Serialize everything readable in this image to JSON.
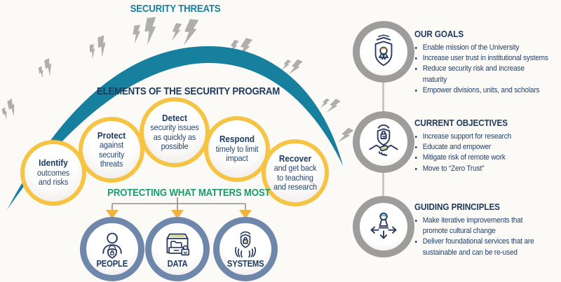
{
  "palette": {
    "teal": "#17809e",
    "navy": "#1d3a60",
    "green": "#189c70",
    "circle_border_yellow": "#f6c445",
    "asset_border_slate": "#6e87ab",
    "goal_ring_gray": "#9e9d9b",
    "lightning_gray": "#aeaeac",
    "icon_accent_olive": "#d9dc98",
    "background": "#fcfaf6"
  },
  "icons": {
    "threats": "lightning-bolt-icon",
    "umbrella": "security-arc-shape",
    "goals": "shield-award-icon",
    "objectives": "shield-handshake-icon",
    "principles": "strategy-pawn-arrows-icon",
    "people": "person-lock-badge-icon",
    "data": "file-cabinet-lock-icon",
    "systems": "hands-holding-shield-icon",
    "flow_arrow": "down-arrow-icon"
  },
  "diagram": {
    "security_threats_title": "SECURITY THREATS",
    "program_title": "ELEMENTS OF THE SECURITY PROGRAM",
    "protecting_title": "PROTECTING WHAT MATTERS MOST",
    "elements": [
      {
        "name": "Identify",
        "desc": "outcomes and risks"
      },
      {
        "name": "Protect",
        "desc": "against security threats"
      },
      {
        "name": "Detect",
        "desc": "security issues as quickly as possible"
      },
      {
        "name": "Respond",
        "desc": "timely to limit impact"
      },
      {
        "name": "Recover",
        "desc": "and get back to teaching and research"
      }
    ],
    "assets": [
      {
        "label": "PEOPLE"
      },
      {
        "label": "DATA"
      },
      {
        "label": "SYSTEMS"
      }
    ]
  },
  "sidebar": {
    "sections": [
      {
        "title": "OUR GOALS",
        "bullets": [
          "Enable mission of the University",
          "Increase user trust in institutional systems",
          "Reduce security risk and increase maturity",
          "Empower divisions, units, and scholars"
        ]
      },
      {
        "title": "CURRENT OBJECTIVES",
        "bullets": [
          "Increase support for research",
          "Educate and empower",
          "Mitigate risk of remote work",
          "Move to “Zero Trust”"
        ]
      },
      {
        "title": "GUIDING PRINCIPLES",
        "bullets": [
          "Make iterative improvements that promote cultural change",
          "Deliver foundational services that are sustainable and can be re-used"
        ]
      }
    ]
  }
}
